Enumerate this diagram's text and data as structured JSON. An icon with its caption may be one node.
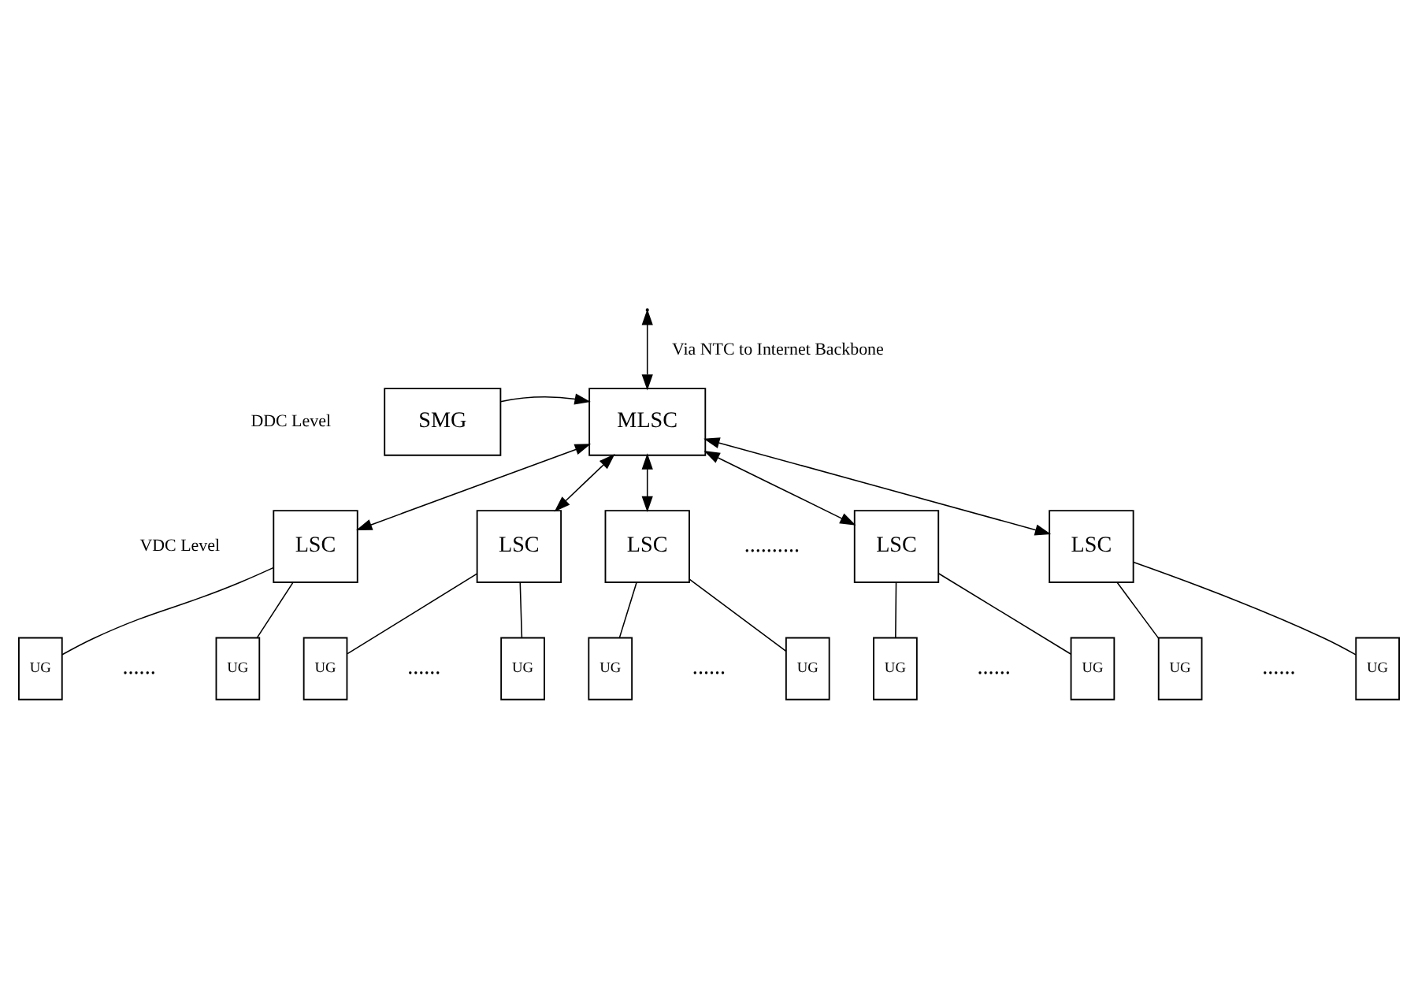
{
  "diagram": {
    "nodes": [
      {
        "text": [
          "SMG"
        ]
      },
      {
        "text": [
          "MLSC"
        ]
      },
      {
        "text": [
          "LSC"
        ]
      },
      {
        "text": [
          "LSC"
        ]
      },
      {
        "text": [
          "LSC"
        ]
      },
      {
        "text": [
          "LSC"
        ]
      },
      {
        "text": [
          "LSC"
        ]
      },
      {
        "text": [
          "UG"
        ]
      },
      {
        "text": [
          "UG"
        ]
      },
      {
        "text": [
          "UG"
        ]
      },
      {
        "text": [
          "UG"
        ]
      },
      {
        "text": [
          "UG"
        ]
      },
      {
        "text": [
          "UG"
        ]
      },
      {
        "text": [
          "UG"
        ]
      },
      {
        "text": [
          "UG"
        ]
      },
      {
        "text": [
          "UG"
        ]
      },
      {
        "text": [
          "UG"
        ]
      }
    ],
    "edges": [
      {
        "from": null,
        "to": 1,
        "arrow": "both",
        "label": "Via NTC to Internet Backbone"
      },
      {
        "from": 0,
        "to": 1,
        "arrow": "to"
      },
      {
        "from": 1,
        "to": 2,
        "arrow": "both"
      },
      {
        "from": 1,
        "to": 3,
        "arrow": "both"
      },
      {
        "from": 1,
        "to": 4,
        "arrow": "both"
      },
      {
        "from": 1,
        "to": 5,
        "arrow": "both"
      },
      {
        "from": 1,
        "to": 6,
        "arrow": "both"
      },
      {
        "from": 2,
        "to": 7,
        "arrow": "none"
      },
      {
        "from": 2,
        "to": 8,
        "arrow": "none"
      },
      {
        "from": 3,
        "to": 9,
        "arrow": "none"
      },
      {
        "from": 3,
        "to": 10,
        "arrow": "none"
      },
      {
        "from": 4,
        "to": 11,
        "arrow": "none"
      },
      {
        "from": 4,
        "to": 12,
        "arrow": "none"
      },
      {
        "from": 5,
        "to": 13,
        "arrow": "none"
      },
      {
        "from": 5,
        "to": 14,
        "arrow": "none"
      },
      {
        "from": 6,
        "to": 15,
        "arrow": "none"
      },
      {
        "from": 6,
        "to": 16,
        "arrow": "none"
      }
    ],
    "labels": [
      "DDC Level",
      "VDC Level",
      "..........",
      "......",
      "......",
      "......",
      "......",
      "......"
    ]
  }
}
